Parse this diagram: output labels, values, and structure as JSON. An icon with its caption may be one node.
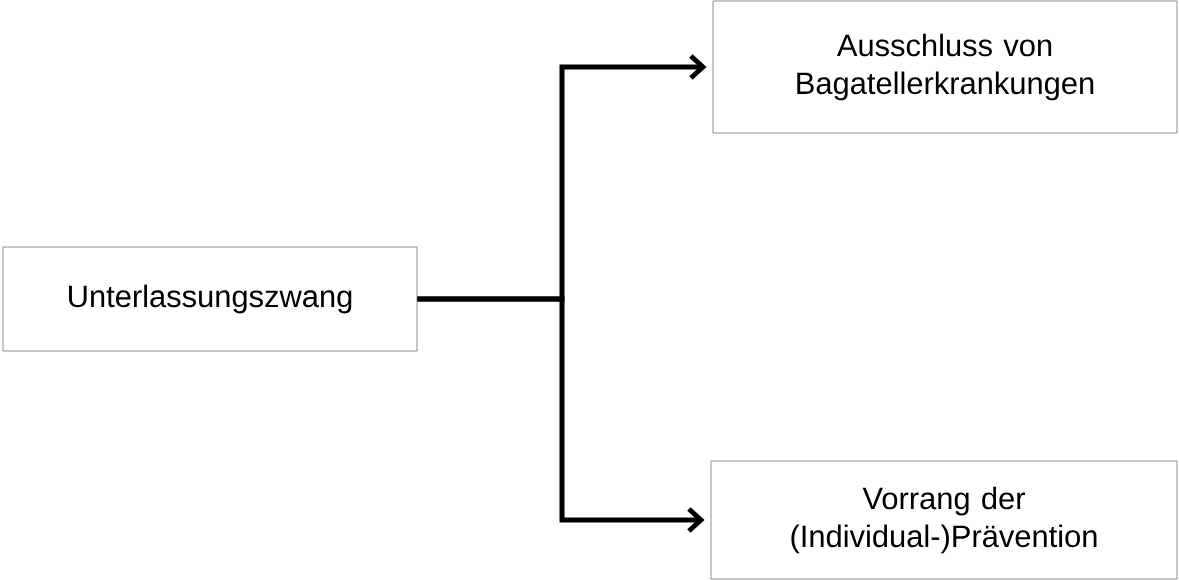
{
  "diagram": {
    "nodes": [
      {
        "text": [
          "Unterlassungszwang"
        ]
      },
      {
        "text": [
          "Ausschluss von Bagatellerkrankungen"
        ]
      },
      {
        "text": [
          "Vorrang der (Individual-)Prävention"
        ]
      }
    ],
    "edges": [
      {
        "from": 0,
        "to": 1,
        "arrow": "to"
      },
      {
        "from": 0,
        "to": 2,
        "arrow": "to"
      }
    ]
  }
}
